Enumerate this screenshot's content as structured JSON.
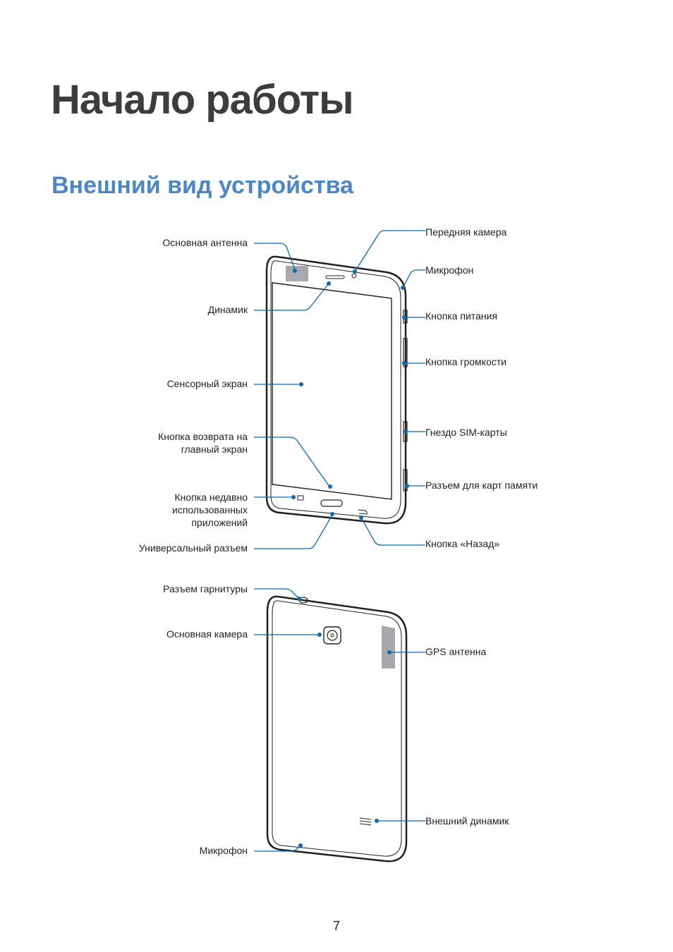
{
  "chapter_title": "Начало работы",
  "section_title": "Внешний вид устройства",
  "front_labels": {
    "main_antenna": "Основная антенна",
    "speaker": "Динамик",
    "touchscreen": "Сенсорный экран",
    "home_button_l1": "Кнопка возврата на",
    "home_button_l2": "главный экран",
    "recent_apps_l1": "Кнопка недавно",
    "recent_apps_l2": "использованных",
    "recent_apps_l3": "приложений",
    "usb_port": "Универсальный разъем",
    "front_camera": "Передняя камера",
    "microphone_top": "Микрофон",
    "power_button": "Кнопка питания",
    "volume_button": "Кнопка громкости",
    "sim_slot": "Гнездо SIM-карты",
    "memory_card_slot": "Разъем для карт памяти",
    "back_button": "Кнопка «Назад»"
  },
  "rear_labels": {
    "headset_jack": "Разъем гарнитуры",
    "rear_camera": "Основная камера",
    "gps_antenna": "GPS антенна",
    "external_speaker": "Внешний динамик",
    "microphone_bottom": "Микрофон"
  },
  "page_number": "7",
  "colors": {
    "accent_blue": "#0a6bb0",
    "heading_blue": "#4a86c8",
    "device_outline": "#231f20",
    "antenna_gray": "#a7a9ac"
  }
}
